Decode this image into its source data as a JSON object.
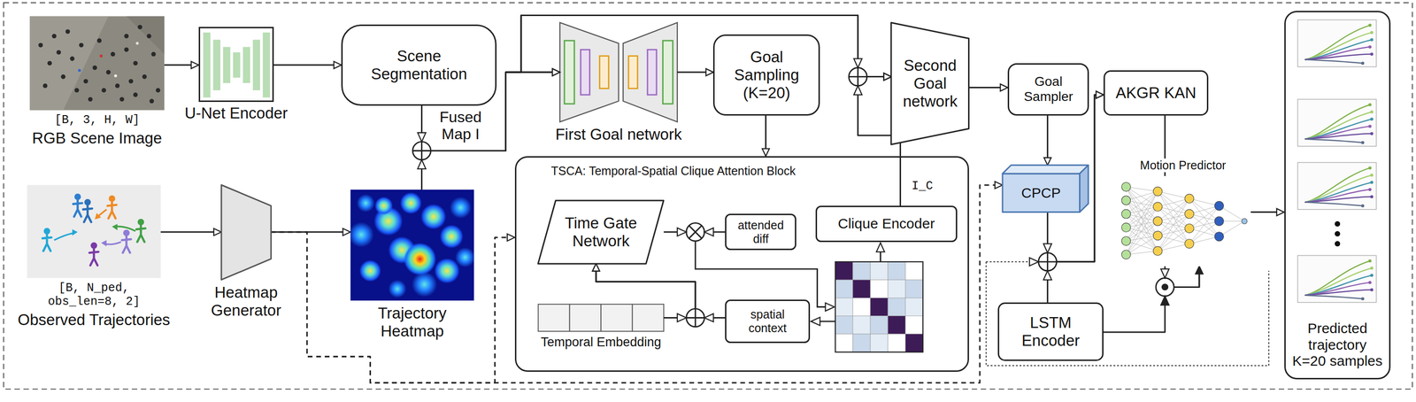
{
  "diagram": {
    "nodes": [
      {
        "text": [
          "[B, 3, H, W]",
          "RGB Scene Image"
        ]
      },
      {
        "text": [
          "U-Net Encoder"
        ]
      },
      {
        "text": [
          "Scene Segmentation"
        ]
      },
      {
        "text": [
          "First Goal network"
        ]
      },
      {
        "text": [
          "Goal Sampling (K=20)"
        ]
      },
      {
        "text": [
          "Second Goal network"
        ]
      },
      {
        "text": [
          "Goal Sampler"
        ]
      },
      {
        "text": [
          "AKGR KAN"
        ]
      },
      {
        "text": [
          "[B, N_ped, obs_len=8, 2]",
          "Observed Trajectories"
        ]
      },
      {
        "text": [
          "Heatmap Generator"
        ]
      },
      {
        "text": [
          "Trajectory Heatmap"
        ]
      },
      {
        "text": [
          "TSCA: Temporal-Spatial Clique Attention Block"
        ]
      },
      {
        "text": [
          "Time Gate Network"
        ],
        "in": 11
      },
      {
        "text": [
          "attended diff"
        ],
        "in": 11
      },
      {
        "text": [
          "Clique Encoder"
        ],
        "in": 11
      },
      {
        "text": [
          "spatial context"
        ],
        "in": 11
      },
      {
        "text": [
          "Temporal Embedding"
        ],
        "in": 11
      },
      {
        "text": [
          "CPCP"
        ]
      },
      {
        "text": [
          "LSTM Encoder"
        ]
      },
      {
        "text": [
          "Motion Predictor"
        ]
      },
      {
        "text": [
          "Predicted trajectory K=20 samples"
        ]
      }
    ],
    "edges": [
      {
        "from": 0,
        "to": 1,
        "arrow": "to"
      },
      {
        "from": 1,
        "to": 2,
        "arrow": "to"
      },
      {
        "from": 2,
        "to": 3,
        "arrow": "to"
      },
      {
        "from": 10,
        "to": 3,
        "arrow": "to"
      },
      {
        "from": 2,
        "to": 5,
        "arrow": "to"
      },
      {
        "from": 10,
        "to": 5,
        "arrow": "to"
      },
      {
        "from": 14,
        "to": 5,
        "arrow": "to",
        "label": "I_C"
      },
      {
        "from": 3,
        "to": 4,
        "arrow": "to"
      },
      {
        "from": 4,
        "to": 11,
        "arrow": "to"
      },
      {
        "from": 5,
        "to": 6,
        "arrow": "to"
      },
      {
        "from": 6,
        "to": 17,
        "arrow": "to"
      },
      {
        "from": 17,
        "to": 7,
        "arrow": "to"
      },
      {
        "from": 18,
        "to": 7,
        "arrow": "to"
      },
      {
        "from": 7,
        "to": 19,
        "arrow": "to"
      },
      {
        "from": 18,
        "to": 19,
        "arrow": "to"
      },
      {
        "from": 19,
        "to": 20,
        "arrow": "to"
      },
      {
        "from": 8,
        "to": 9,
        "arrow": "to"
      },
      {
        "from": 9,
        "to": 10,
        "arrow": "to"
      },
      {
        "from": 9,
        "to": 11,
        "arrow": "to"
      },
      {
        "from": 9,
        "to": 17,
        "arrow": "to"
      },
      {
        "from": 16,
        "to": 12,
        "arrow": "to"
      },
      {
        "from": 15,
        "to": 12,
        "arrow": "to"
      }
    ],
    "labels": [
      "Fused Map I"
    ]
  }
}
